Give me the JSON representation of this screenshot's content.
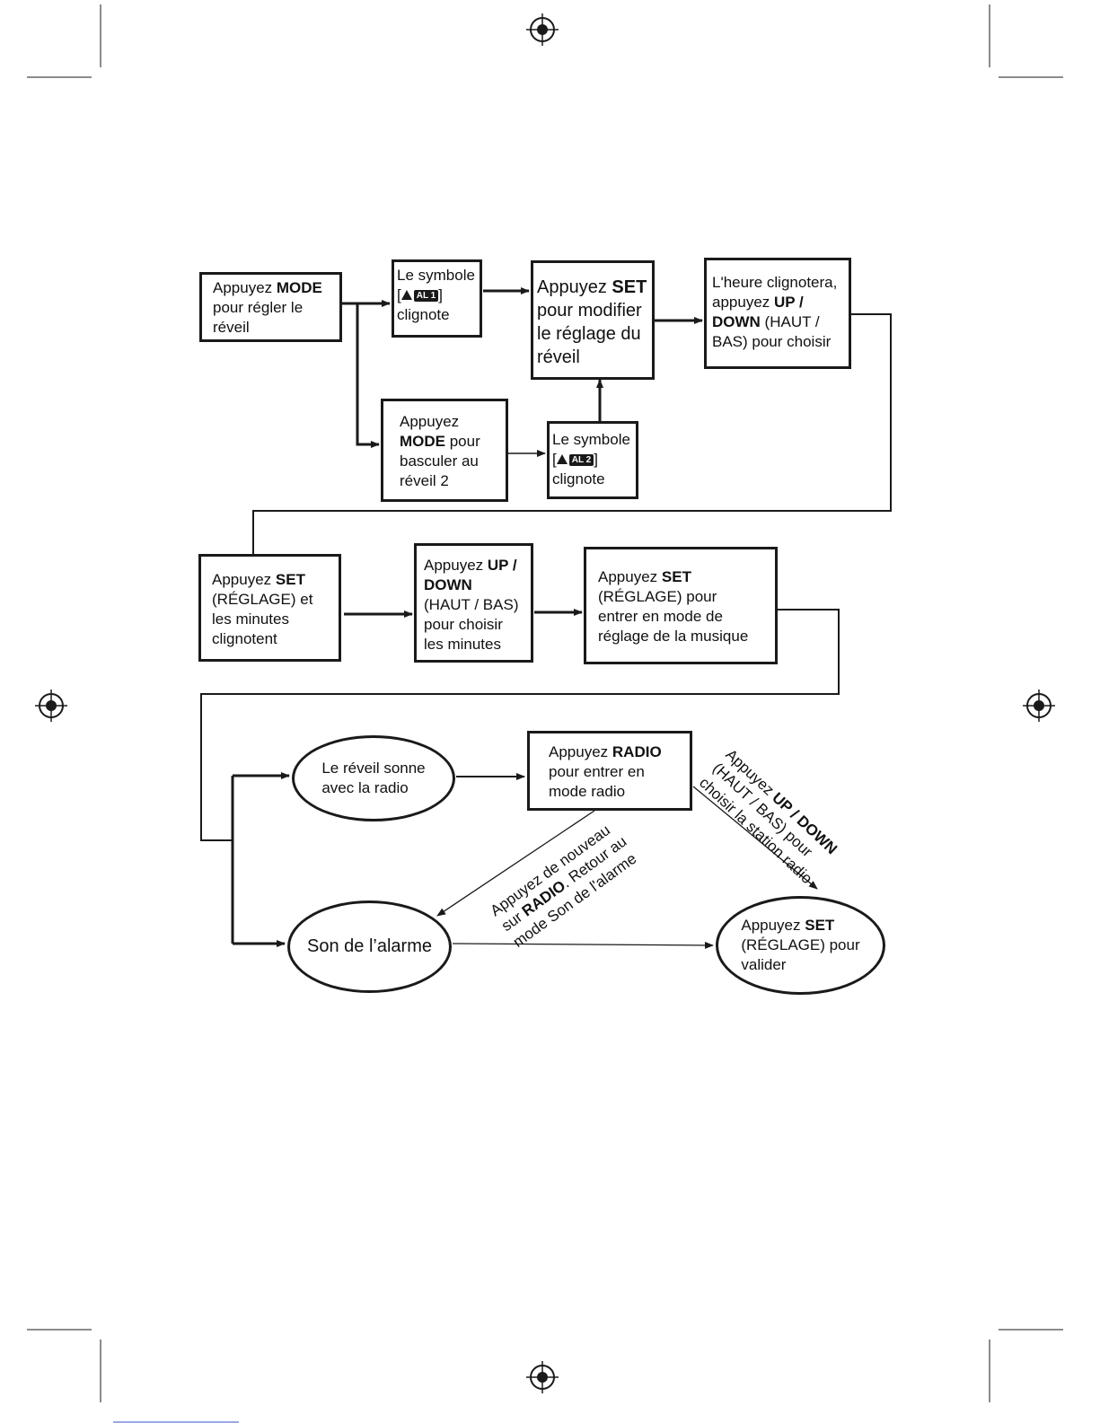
{
  "flow": {
    "start": {
      "plain": "Appuyez ",
      "bold": "MODE",
      "rest": [
        "pour régler le",
        "réveil"
      ]
    },
    "al1": {
      "line1": "Le symbole",
      "bracket_open": "[",
      "badge": "AL 1",
      "bracket_close": "]",
      "line3": "clignote"
    },
    "set_modify": {
      "plain": "Appuyez ",
      "bold": "SET",
      "rest": [
        "pour modifier",
        "le réglage du",
        "réveil"
      ]
    },
    "hour_blink": {
      "line1": "L'heure clignotera,",
      "plain2": "appuyez ",
      "bold2": "UP /",
      "bold3": "DOWN",
      "plain3": " (HAUT /",
      "line4": "BAS) pour choisir"
    },
    "mode_switch": {
      "line1": "Appuyez",
      "bold": "MODE",
      "plain": " pour",
      "rest": [
        "basculer au",
        "réveil 2"
      ]
    },
    "al2": {
      "line1": "Le symbole",
      "bracket_open": "[",
      "badge": "AL 2",
      "bracket_close": "]",
      "line3": "clignote"
    },
    "minutes_blink": {
      "plain": "Appuyez ",
      "bold": "SET",
      "rest": [
        "(RÉGLAGE) et",
        "les minutes",
        "clignotent"
      ]
    },
    "choose_minutes": {
      "plain": "Appuyez ",
      "bold": "UP /",
      "bold2": "DOWN",
      "rest": [
        "(HAUT / BAS)",
        "pour choisir",
        "les minutes"
      ]
    },
    "music_mode": {
      "plain": "Appuyez ",
      "bold": "SET",
      "rest": [
        "(RÉGLAGE) pour",
        "entrer en mode de",
        "réglage de la musique"
      ]
    },
    "radio_alarm": {
      "lines": [
        "Le réveil sonne",
        "avec la radio"
      ]
    },
    "radio_mode": {
      "plain": "Appuyez ",
      "bold": "RADIO",
      "rest": [
        "pour entrer en",
        "mode radio"
      ]
    },
    "alarm_sound": {
      "label": "Son de l’alarme"
    },
    "validate": {
      "plain": "Appuyez ",
      "bold": "SET",
      "rest": [
        "(RÉGLAGE) pour",
        "valider"
      ]
    },
    "back_label": {
      "line1": "Appuyez de nouveau",
      "plain2": "sur ",
      "bold2": "RADIO",
      "plain2b": ". Retour au",
      "line3": "mode Son de l'alarme"
    },
    "station_label": {
      "plain1": "Appuyez ",
      "bold1": "UP / DOWN",
      "line2": "(HAUT / BAS) pour",
      "line3": "choisir la station radio"
    }
  }
}
